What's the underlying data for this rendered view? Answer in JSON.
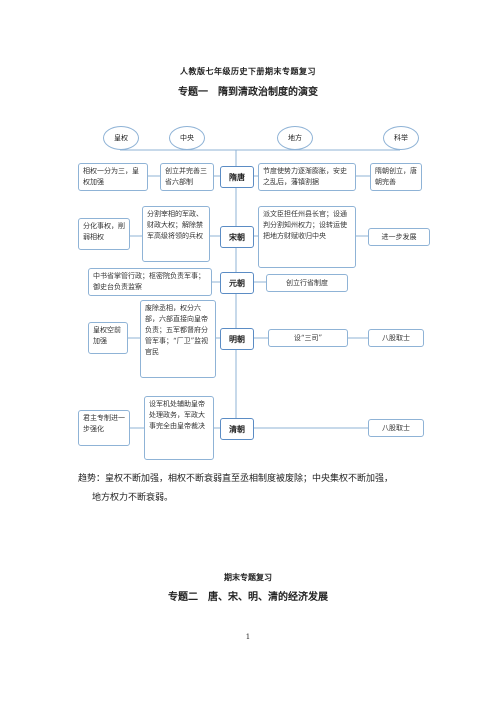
{
  "doc": {
    "header": "人教版七年级历史下册期末专题复习",
    "topic1_title": "专题一　隋到清政治制度的演变"
  },
  "diagram": {
    "categories": [
      "皇权",
      "中央",
      "地方",
      "科举"
    ],
    "eras": [
      "隋唐",
      "宋朝",
      "元朝",
      "明朝",
      "清朝"
    ],
    "boxes": {
      "sui_tang": {
        "huangquan": "相权一分为三，皇权加强",
        "zhongyang": "创立并完善三省六部制",
        "difang": "节度使势力逐渐膨胀，安史之乱后，藩镇割据",
        "keju": "隋朝创立，唐朝完善"
      },
      "song": {
        "huangquan": "分化事权，削弱相权",
        "zhongyang": "分割宰相的军政、财政大权；解除禁军高级将领的兵权",
        "difang": "派文臣担任州县长官；设通判分割知州权力；设转运使把地方财赋收归中央",
        "keju": "进一步发展"
      },
      "yuan": {
        "zhongyang": "中书省掌管行政；枢密院负责军事；御史台负责监察",
        "difang": "创立行省制度"
      },
      "ming": {
        "huangquan": "皇权空前加强",
        "zhongyang": "废除丞相，权分六部，六部直接向皇帝负责；五军都督府分管军事；“厂卫”监视官民",
        "difang": "设“三司”",
        "keju": "八股取士"
      },
      "qing": {
        "huangquan": "君主专制进一步强化",
        "zhongyang": "设军机处辅助皇帝处理政务，军政大事完全由皇帝裁决",
        "keju": "八股取士"
      }
    }
  },
  "summary": {
    "line1": "趋势：皇权不断加强，相权不断衰弱直至丞相制度被废除；中央集权不断加强，",
    "line2": "地方权力不断衰弱。"
  },
  "topic2": {
    "review_header": "期末专题复习",
    "title": "专题二　唐、宋、明、清的经济发展"
  },
  "page_number": "1"
}
